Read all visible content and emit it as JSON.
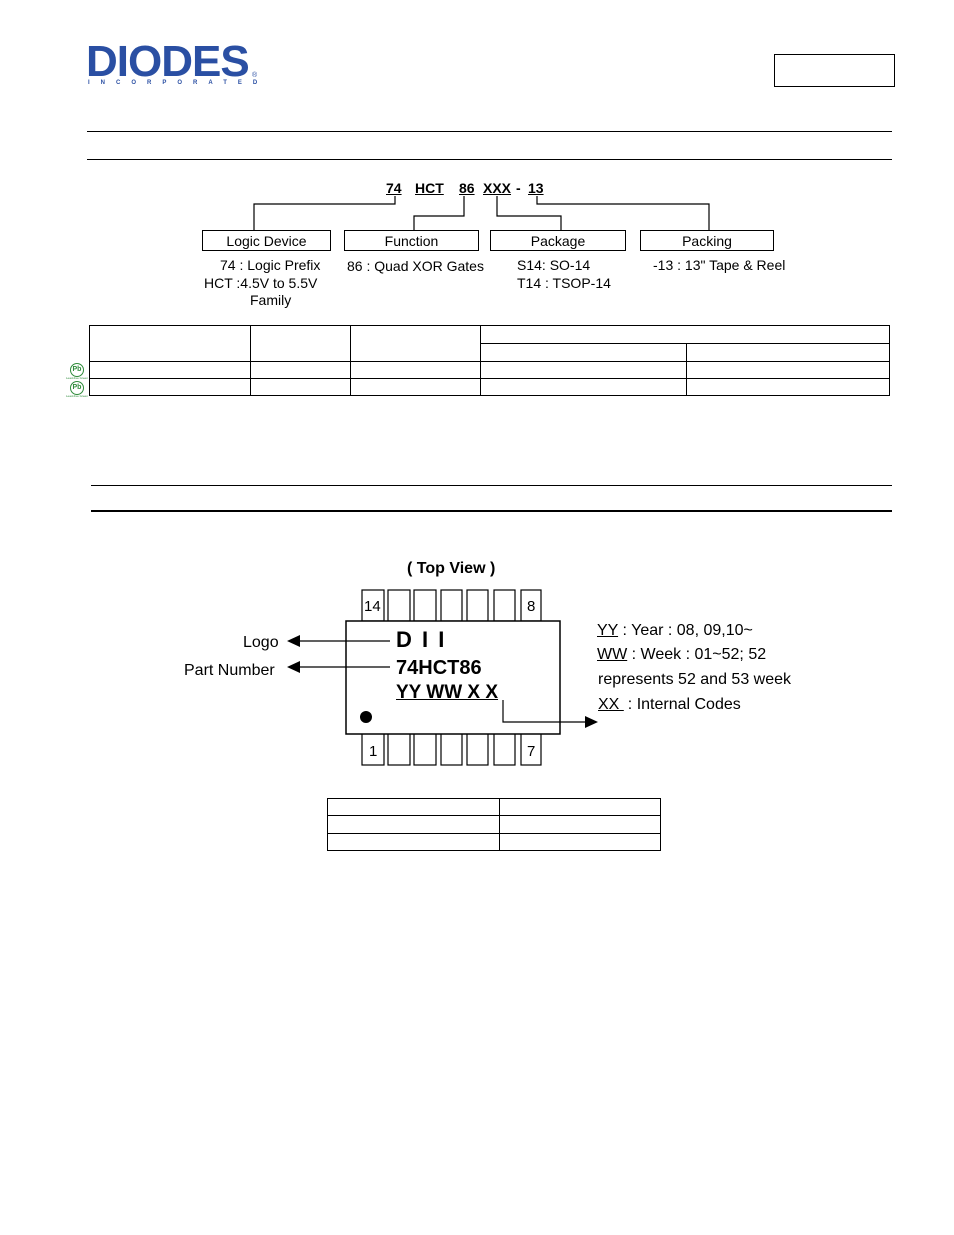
{
  "header": {
    "logo_text": "DIODES",
    "logo_sub": "INCORPORATED",
    "logo_reg": "®",
    "brand_color": "#2a4fa3"
  },
  "ordering": {
    "code": {
      "p1": "74",
      "p2": "HCT",
      "p3": "86",
      "p4": "XXX",
      "dash": "-",
      "p5": "13"
    },
    "boxes": [
      {
        "label": "Logic Device",
        "desc": [
          "74 : Logic Prefix",
          "HCT :4.5V  to 5.5V",
          "Family"
        ]
      },
      {
        "label": "Function",
        "desc": [
          "86 : Quad XOR Gates"
        ]
      },
      {
        "label": "Package",
        "desc": [
          "S14: SO-14",
          "T14 : TSOP-14"
        ]
      },
      {
        "label": "Packing",
        "desc": [
          "-13 : 13\" Tape & Reel"
        ]
      }
    ],
    "pb_icon": "Pb",
    "pb_caption": "Lead-free Green"
  },
  "marking": {
    "top_view": "( Top View )",
    "pin_top_left": "14",
    "pin_top_right": "8",
    "pin_bottom_left": "1",
    "pin_bottom_right": "7",
    "logo_label": "Logo",
    "part_label": "Part Number",
    "chip_logo": "D I I",
    "chip_part": "74HCT86",
    "chip_date": "YY WW X X",
    "legend": {
      "yy_key": "YY",
      "yy_text": " : Year : 08, 09,10~",
      "ww_key": "WW",
      "ww_text": " : Week : 01~52; 52",
      "ww_text2": "represents  52 and 53 week",
      "xx_key": " XX ",
      "xx_text": ":  Internal Codes"
    }
  }
}
